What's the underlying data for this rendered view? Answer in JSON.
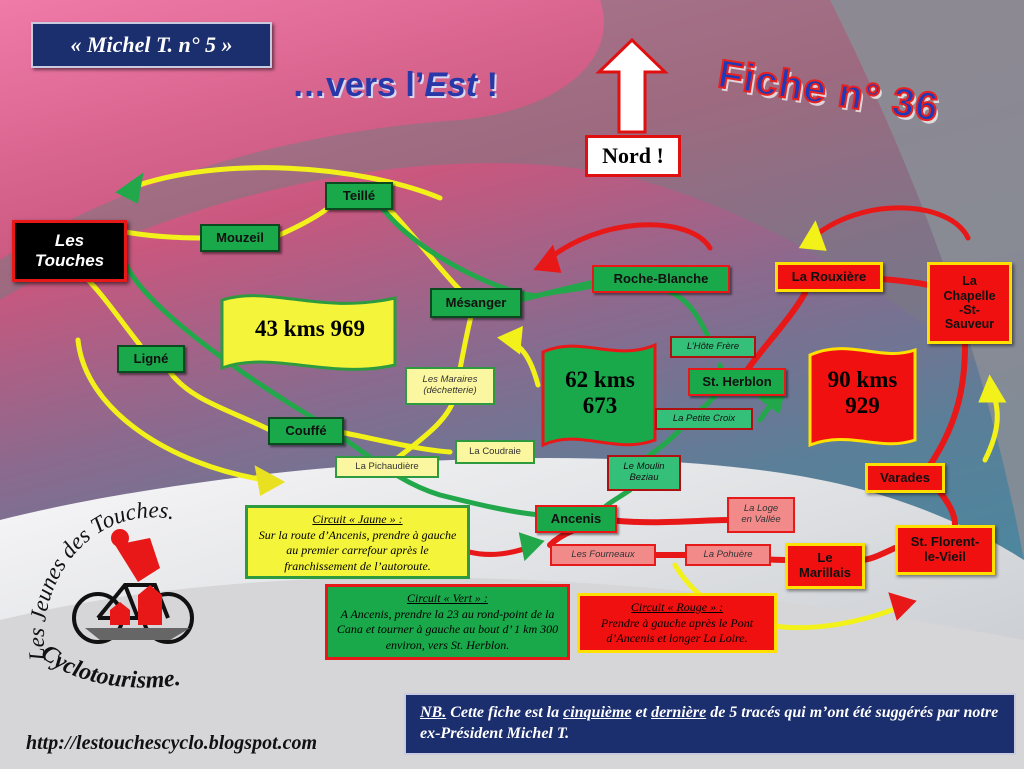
{
  "header": {
    "badge": "« Michel T. n° 5 »",
    "subtitle_prefix": "…vers l’",
    "subtitle_em": "Est",
    "subtitle_suffix": " !",
    "fiche": "Fiche n° 36",
    "north_label": "Nord !"
  },
  "places": {
    "les_touches_line1": "Les",
    "les_touches_line2": "Touches",
    "teille": "Teillé",
    "mouzeil": "Mouzeil",
    "mesanger": "Mésanger",
    "ligne": "Ligné",
    "couffe": "Couffé",
    "roche_blanche": "Roche-Blanche",
    "st_herblon": "St. Herblon",
    "ancenis": "Ancenis",
    "la_rouxiere": "La Rouxière",
    "la_chapelle_line1": "La",
    "la_chapelle_line2": "Chapelle",
    "la_chapelle_line3": "-St-",
    "la_chapelle_line4": "Sauveur",
    "varades": "Varades",
    "st_florent_line1": "St. Florent-",
    "st_florent_line2": "le-Vieil",
    "le_marillais_line1": "Le",
    "le_marillais_line2": "Marillais",
    "les_maraires_line1": "Les Maraires",
    "les_maraires_line2": "(déchetterie)",
    "la_coudraie": "La Coudraie",
    "la_pichaudiere": "La Pichaudière",
    "l_hote_frere": "L’Hôte Frère",
    "la_petite_croix": "La Petite Croix",
    "le_moulin_line1": "Le Moulin",
    "le_moulin_line2": "Beziau",
    "la_loge_line1": "La Loge",
    "la_loge_line2": "en Vallée",
    "la_pohuere": "La Pohuère",
    "les_fourneaux": "Les Fourneaux"
  },
  "distances": {
    "yellow": "43 kms 969",
    "green_line1": "62 kms",
    "green_line2": "673",
    "red_line1": "90 kms",
    "red_line2": "929"
  },
  "notes": {
    "yellow_title": "Circuit « Jaune » :",
    "yellow_text": "Sur la route d’Ancenis, prendre à gauche au premier carrefour après le franchissement  de l’autoroute.",
    "green_title": "Circuit « Vert » :",
    "green_text": "A Ancenis, prendre  la 23 au rond-point de la Cana et tourner à gauche au bout d’ 1 km 300 environ, vers St. Herblon.",
    "red_title": "Circuit « Rouge » :",
    "red_text": "Prendre à gauche après le Pont d’Ancenis et longer La Loire."
  },
  "footer": {
    "url": "http://lestouchescyclo.blogspot.com",
    "nb_label": "NB.",
    "nb_part1": " Cette fiche est la ",
    "nb_em1": "cinquième",
    "nb_part2": " et ",
    "nb_em2": "dernière",
    "nb_part3": " de 5 tracés qui m’ont été suggérés par notre ex-Président Michel T."
  },
  "logo": {
    "top_text": "Les Jeunes des Touches.",
    "bottom_text": "Cyclotourisme."
  },
  "colors": {
    "yellow_route": "#f2f21a",
    "green_route": "#22a84a",
    "red_route": "#e81818",
    "navy": "#1b2e6e"
  }
}
